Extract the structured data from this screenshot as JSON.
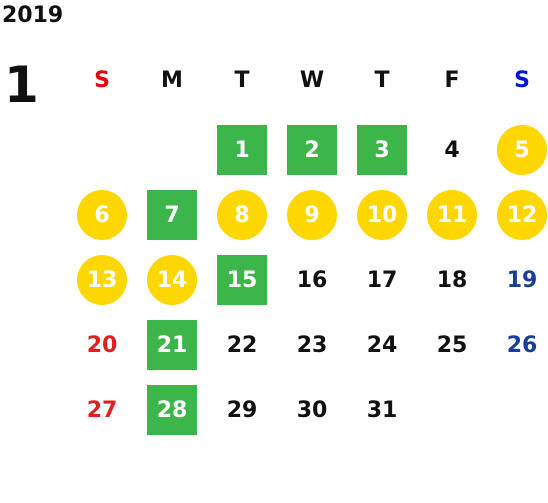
{
  "header": {
    "year": "2019",
    "month": "1"
  },
  "weekdays": [
    {
      "label": "S",
      "color": "#e8000b"
    },
    {
      "label": "M",
      "color": "#111111"
    },
    {
      "label": "T",
      "color": "#111111"
    },
    {
      "label": "W",
      "color": "#111111"
    },
    {
      "label": "T",
      "color": "#111111"
    },
    {
      "label": "F",
      "color": "#111111"
    },
    {
      "label": "S",
      "color": "#0018d6"
    }
  ],
  "colors": {
    "green_highlight": "#3cb54a",
    "yellow_highlight": "#fed700",
    "sunday_text": "#e02020",
    "saturday_text": "#1a3e99",
    "weekday_text": "#111111"
  },
  "days": [
    {
      "label": "1",
      "style": "square"
    },
    {
      "label": "2",
      "style": "square"
    },
    {
      "label": "3",
      "style": "square"
    },
    {
      "label": "4",
      "style": "plain"
    },
    {
      "label": "5",
      "style": "circle"
    },
    {
      "label": "6",
      "style": "circle"
    },
    {
      "label": "7",
      "style": "square"
    },
    {
      "label": "8",
      "style": "circle"
    },
    {
      "label": "9",
      "style": "circle"
    },
    {
      "label": "10",
      "style": "circle"
    },
    {
      "label": "11",
      "style": "circle"
    },
    {
      "label": "12",
      "style": "circle"
    },
    {
      "label": "13",
      "style": "circle"
    },
    {
      "label": "14",
      "style": "circle"
    },
    {
      "label": "15",
      "style": "square"
    },
    {
      "label": "16",
      "style": "plain"
    },
    {
      "label": "17",
      "style": "plain"
    },
    {
      "label": "18",
      "style": "plain"
    },
    {
      "label": "19",
      "style": "sat"
    },
    {
      "label": "20",
      "style": "sun"
    },
    {
      "label": "21",
      "style": "square"
    },
    {
      "label": "22",
      "style": "plain"
    },
    {
      "label": "23",
      "style": "plain"
    },
    {
      "label": "24",
      "style": "plain"
    },
    {
      "label": "25",
      "style": "plain"
    },
    {
      "label": "26",
      "style": "sat"
    },
    {
      "label": "27",
      "style": "sun"
    },
    {
      "label": "28",
      "style": "square"
    },
    {
      "label": "29",
      "style": "plain"
    },
    {
      "label": "30",
      "style": "plain"
    },
    {
      "label": "31",
      "style": "plain"
    }
  ]
}
